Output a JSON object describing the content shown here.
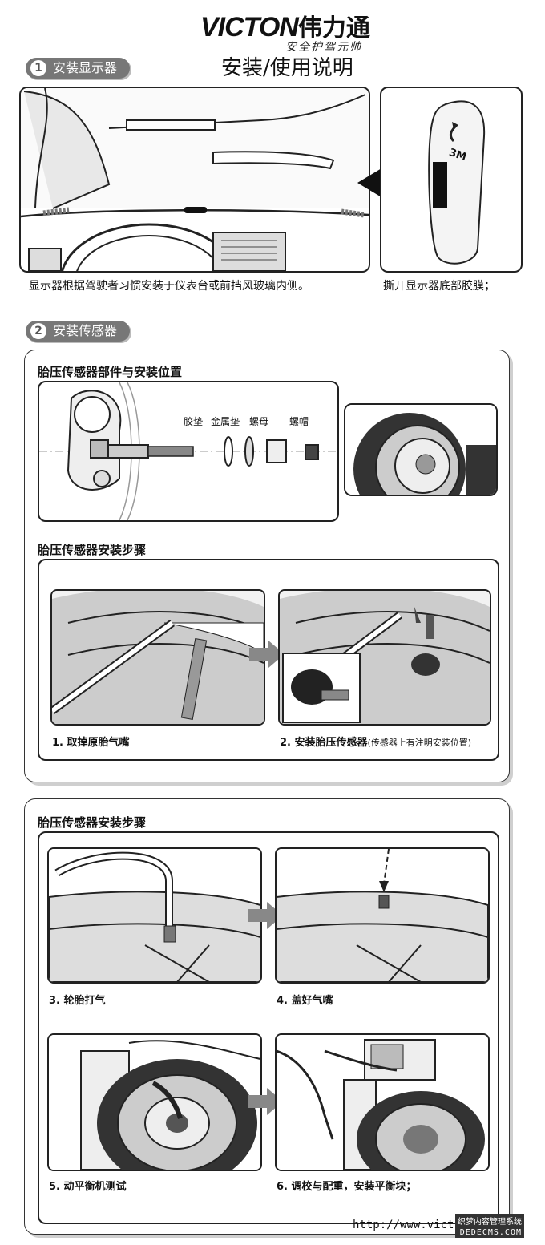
{
  "header": {
    "brand_latin": "VICTON",
    "brand_cn": "伟力通",
    "slogan": "安全护驾元帅",
    "title": "安装/使用说明"
  },
  "section1": {
    "number": "1",
    "label": "安装显示器",
    "caption_left": "显示器根据驾驶者习惯安装于仪表台或前挡风玻璃内侧。",
    "caption_right": "撕开显示器底部胶膜；",
    "tape_label": "3M"
  },
  "section2": {
    "number": "2",
    "label": "安装传感器",
    "parts_heading": "胎压传感器部件与安装位置",
    "parts": [
      "胶垫",
      "金属垫",
      "螺母",
      "螺帽"
    ],
    "steps_heading": "胎压传感器安装步骤",
    "step1": "1. 取掉原胎气嘴",
    "step2_main": "2. 安装胎压传感器",
    "step2_note": "(传感器上有注明安装位置)"
  },
  "section3": {
    "steps_heading": "胎压传感器安装步骤",
    "step3": "3. 轮胎打气",
    "step4": "4. 盖好气嘴",
    "step5": "5. 动平衡机测试",
    "step6": "6. 调校与配重，安装平衡块；"
  },
  "footer": {
    "url": "http://www.vict",
    "watermark_cn": "织梦内容管理系统",
    "watermark_en": "DEDECMS.COM"
  },
  "colors": {
    "pill": "#777777",
    "ink": "#111111",
    "panel_shadow": "#cfcfcf"
  }
}
